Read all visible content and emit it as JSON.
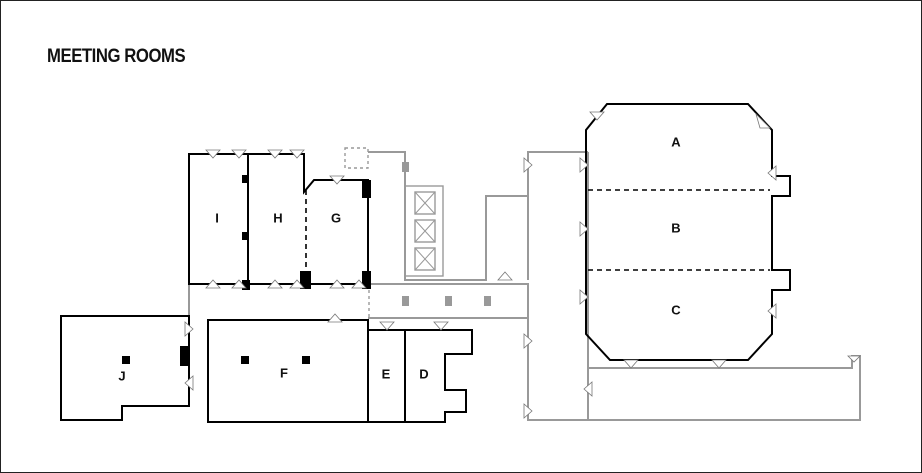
{
  "title": "MEETING ROOMS",
  "rooms": {
    "A": "A",
    "B": "B",
    "C": "C",
    "D": "D",
    "E": "E",
    "F": "F",
    "G": "G",
    "H": "H",
    "I": "I",
    "J": "J"
  },
  "colors": {
    "wall": "#000000",
    "corridor": "#999999",
    "background": "#ffffff"
  }
}
